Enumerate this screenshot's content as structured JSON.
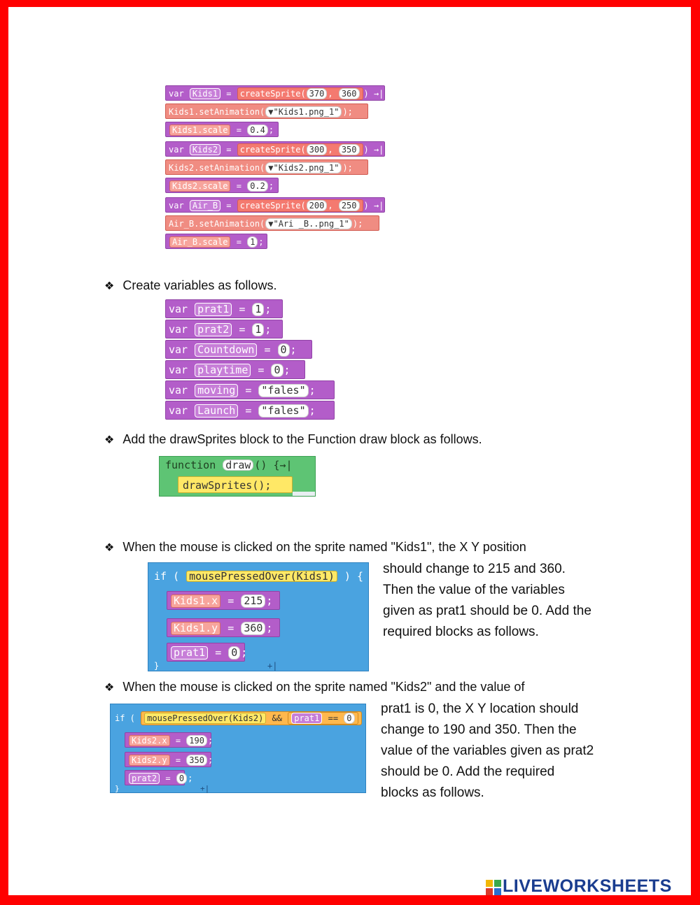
{
  "code_block_1": [
    {
      "type": "var",
      "kw": "var",
      "name": "Kids1",
      "op": "=",
      "fn": "createSprite(",
      "args": [
        "370",
        "360"
      ],
      "end": ") →| ;"
    },
    {
      "type": "anim",
      "obj": "Kids1",
      "method": ".setAnimation(",
      "value": "▼\"Kids1.png_1\"",
      "end": ");"
    },
    {
      "type": "scale",
      "obj": "Kids1.scale",
      "op": "=",
      "value": "0.4",
      "end": ";"
    },
    {
      "type": "var",
      "kw": "var",
      "name": "Kids2",
      "op": "=",
      "fn": "createSprite(",
      "args": [
        "300",
        "350"
      ],
      "end": ") →| ;"
    },
    {
      "type": "anim",
      "obj": "Kids2",
      "method": ".setAnimation(",
      "value": "▼\"Kids2.png_1\"",
      "end": ");"
    },
    {
      "type": "scale",
      "obj": "Kids2.scale",
      "op": "=",
      "value": "0.2",
      "end": ";"
    },
    {
      "type": "var",
      "kw": "var",
      "name": "Air_B",
      "op": "=",
      "fn": "createSprite(",
      "args": [
        "200",
        "250"
      ],
      "end": ") →| ;"
    },
    {
      "type": "anim",
      "obj": "Air_B",
      "method": ".setAnimation(",
      "value": "▼\"Ari _B..png_1\"",
      "end": ");"
    },
    {
      "type": "scale",
      "obj": "Air_B.scale",
      "op": "=",
      "value": "1",
      "end": ";"
    }
  ],
  "step_variables": {
    "text": "Create variables as follows."
  },
  "variables": [
    {
      "kw": "var",
      "name": "prat1",
      "op": "=",
      "value": "1",
      "end": ";"
    },
    {
      "kw": "var",
      "name": "prat2",
      "op": "=",
      "value": "1",
      "end": ";"
    },
    {
      "kw": "var",
      "name": "Countdown",
      "op": "=",
      "value": "0",
      "end": ";"
    },
    {
      "kw": "var",
      "name": "playtime",
      "op": "=",
      "value": "0",
      "end": ";"
    },
    {
      "kw": "var",
      "name": "moving",
      "op": "=",
      "value": "\"fales\"",
      "end": ";"
    },
    {
      "kw": "var",
      "name": "Launch",
      "op": "=",
      "value": "\"fales\"",
      "end": ";"
    }
  ],
  "step_draw": {
    "text": "Add the drawSprites block to the Function draw block as follows."
  },
  "draw_block": {
    "kw": "function",
    "name": "draw",
    "parens": "()",
    "brace": "{→|",
    "call": "drawSprites();"
  },
  "step_kids1": {
    "line1": "When the mouse is clicked on the sprite named \"Kids1\", the X Y position",
    "para": [
      "should change to 215 and 360.",
      "Then the value of the variables",
      "given as prat1 should be 0. Add the",
      "required blocks as follows."
    ]
  },
  "kids1_block": {
    "if": "if (",
    "cond": "mousePressedOver(Kids1)",
    "close": ") {",
    "lines": [
      {
        "obj": "Kids1.x",
        "op": "=",
        "value": "215",
        "end": ";"
      },
      {
        "obj": "Kids1.y",
        "op": "=",
        "value": "360",
        "end": ";"
      },
      {
        "obj": "prat1",
        "op": "=",
        "value": "0",
        "end": ";"
      }
    ],
    "footer": "}",
    "plus": "+|"
  },
  "step_kids2": {
    "line1": "When the mouse is clicked on the sprite named \"Kids2\" and the value of",
    "para": [
      "prat1 is 0, the X Y location should",
      "change to 190 and 350. Then the",
      "value of the variables given as prat2",
      "should be 0. Add the required",
      "blocks as follows."
    ]
  },
  "kids2_block": {
    "if": "if (",
    "cond": "mousePressedOver(Kids2)",
    "and": "&&",
    "var": "prat1",
    "eq": "==",
    "val": "0",
    "close": ") {",
    "lines": [
      {
        "obj": "Kids2.x",
        "op": "=",
        "value": "190",
        "end": ";"
      },
      {
        "obj": "Kids2.y",
        "op": "=",
        "value": "350",
        "end": ";"
      },
      {
        "obj": "prat2",
        "op": "=",
        "value": "0",
        "end": ";"
      }
    ],
    "footer": "}",
    "plus": "+|"
  },
  "logo": {
    "text": "LIVEWORKSHEETS"
  },
  "colors": {
    "border": "#ff0000",
    "var_block": "#b35dc9",
    "sprite_block": "#f08c82",
    "if_block": "#4aa3e0",
    "function_block": "#5ec474",
    "draw_call": "#ffe866",
    "logo": "#1a3d8f"
  }
}
